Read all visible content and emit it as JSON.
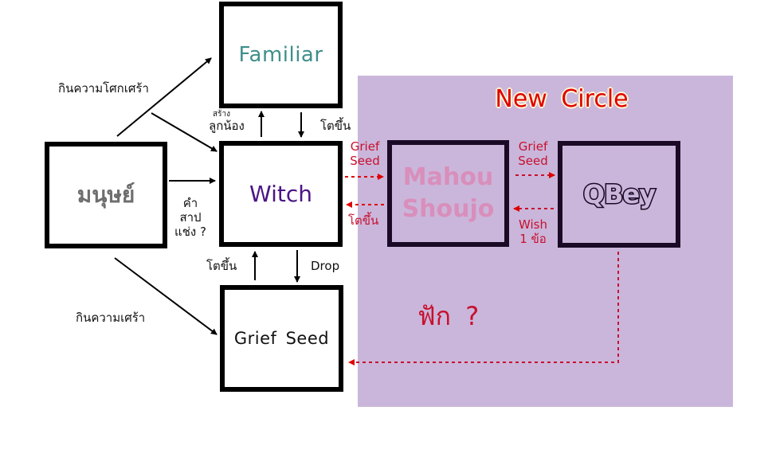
{
  "region": {
    "title": "New Circle",
    "background": "#cab6da"
  },
  "nodes": {
    "familiar": "Familiar",
    "witch": "Witch",
    "human": "มนุษย์",
    "grief_seed": "Grief Seed",
    "mahou_line1": "Mahou",
    "mahou_line2": "Shoujo",
    "qbey": "QBey"
  },
  "edge_labels": {
    "eat_despair": "กินความโศกเศร้า",
    "eat_sadness": "กินความเศร้า",
    "create_small": "สร้าง",
    "create_minion": "ลูกน้อง",
    "grow_up_familiar": "โตขึ้น",
    "curse_line1": "คำ",
    "curse_line2": "สาป",
    "curse_line3": "แช่ง ?",
    "grow_up_grief": "โตขึ้น",
    "drop": "Drop",
    "gs_to_mahou_line1": "Grief",
    "gs_to_mahou_line2": "Seed",
    "mahou_to_witch": "โตขึ้น",
    "gs_to_qbey_line1": "Grief",
    "gs_to_qbey_line2": "Seed",
    "wish_line1": "Wish",
    "wish_line2": "1 ข้อ",
    "hatch": "ฟัก ?"
  },
  "colors": {
    "familiar_text": "#3f8f8a",
    "witch_text": "#4b1585",
    "human_text": "#6e6e6e",
    "mahou_text": "#d98ebb",
    "accent_red": "#c8102e",
    "title_red": "#e00000",
    "dark_border": "#1a0a26"
  }
}
